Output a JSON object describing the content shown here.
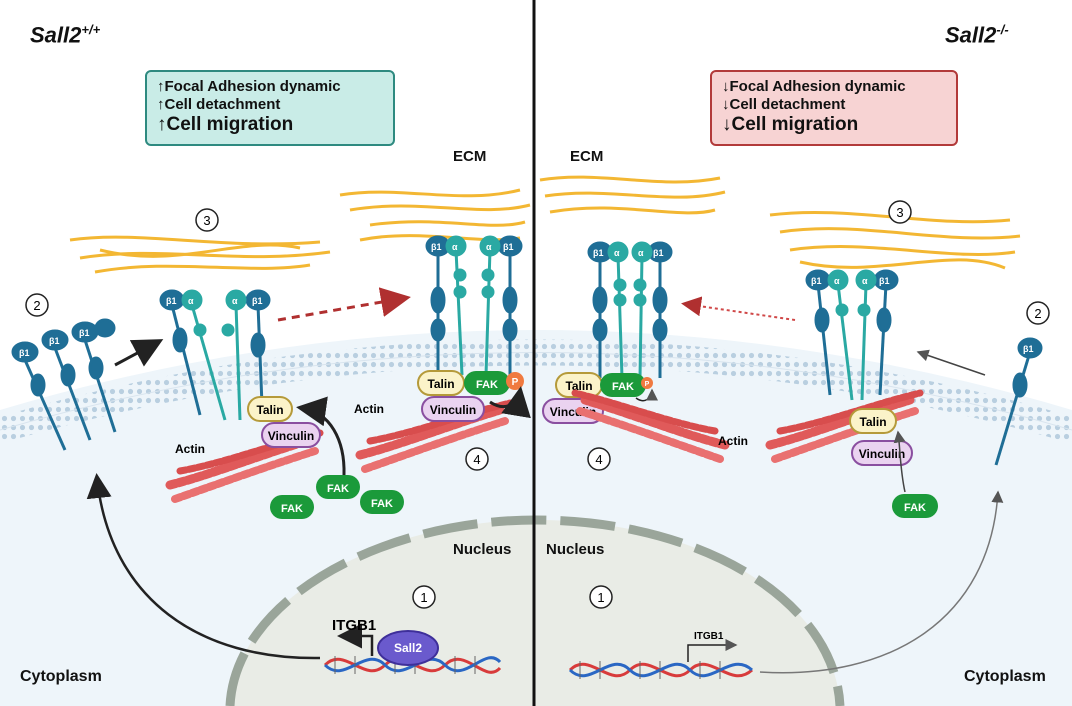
{
  "genotype": {
    "left": {
      "base": "Sall2",
      "sup": "+/+"
    },
    "right": {
      "base": "Sall2",
      "sup": "-/-"
    }
  },
  "summary_left": {
    "line1": "↑Focal Adhesion dynamic",
    "line2": "↑Cell detachment",
    "line3": "↑Cell migration"
  },
  "summary_right": {
    "line1": "↓Focal Adhesion dynamic",
    "line2": "↓Cell detachment",
    "line3": "↓Cell migration"
  },
  "labels": {
    "ecm": "ECM",
    "nucleus": "Nucleus",
    "cytoplasm": "Cytoplasm",
    "actin": "Actin",
    "talin": "Talin",
    "vinculin": "Vinculin",
    "fak": "FAK",
    "phospho": "P",
    "itgb1": "ITGB1",
    "sall2": "Sall2",
    "beta1": "β1",
    "alpha": "α"
  },
  "steps": {
    "one": "1",
    "two": "2",
    "three": "3",
    "four": "4"
  },
  "colors": {
    "integrin": "#1f6e96",
    "integrin_alpha": "#2aa9a3",
    "ecm_fiber": "#f2b01e",
    "actin": "#e05a5a",
    "fak": "#1b9a3a",
    "talin": "#fbf3c9",
    "vinculin": "#ead3f0",
    "sall2": "#6a5acd",
    "membrane": "#b9cfe0",
    "cytoplasm": "#eef5fa",
    "nucleus": "#e9ece6",
    "panel_left": "#c9ece7",
    "panel_right": "#f7d3d3"
  }
}
